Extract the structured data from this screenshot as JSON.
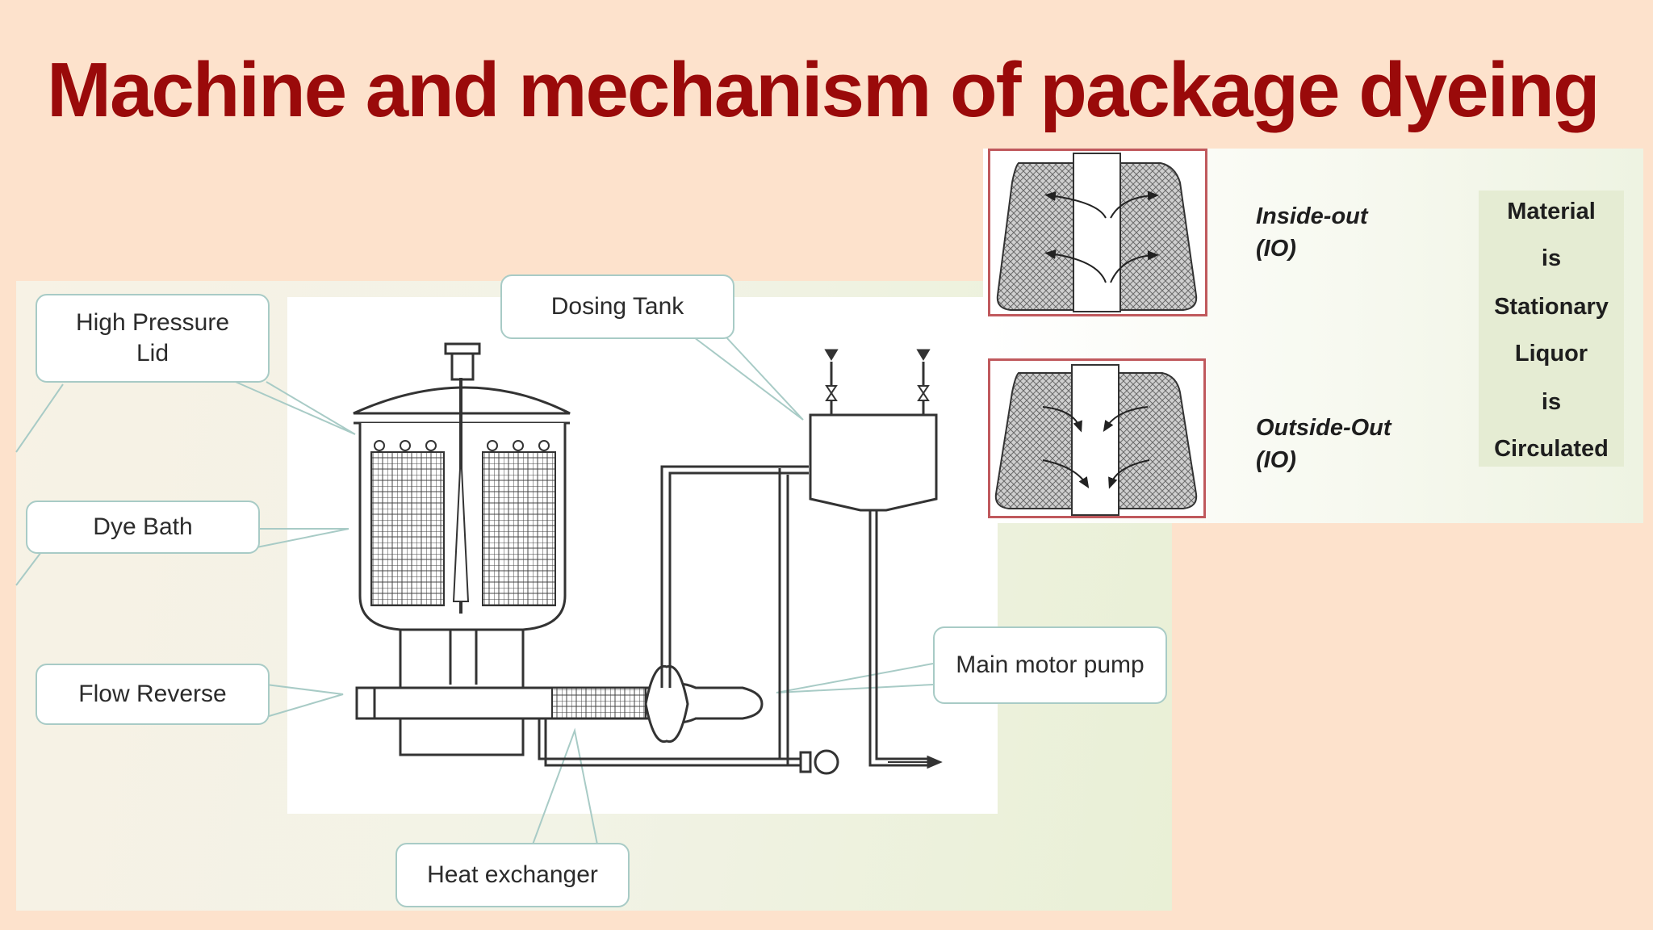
{
  "title": "Machine and mechanism of package dyeing",
  "machine_diagram": {
    "callouts": {
      "high_pressure_lid": "High Pressure\nLid",
      "dosing_tank": "Dosing Tank",
      "dye_bath": "Dye Bath",
      "flow_reverse": "Flow Reverse",
      "main_motor_pump": "Main motor pump",
      "heat_exchanger": "Heat exchanger"
    }
  },
  "flow_modes": {
    "inside_out": "Inside-out\n(IO)",
    "outside_out": "Outside-Out\n(IO)"
  },
  "summary": [
    "Material",
    "is",
    "Stationary",
    "Liquor",
    "is",
    "Circulated"
  ],
  "colors": {
    "background": "#fde2cc",
    "title": "#9a0a0a",
    "callout_border": "#a8cbc6",
    "package_frame": "#c0595d"
  }
}
